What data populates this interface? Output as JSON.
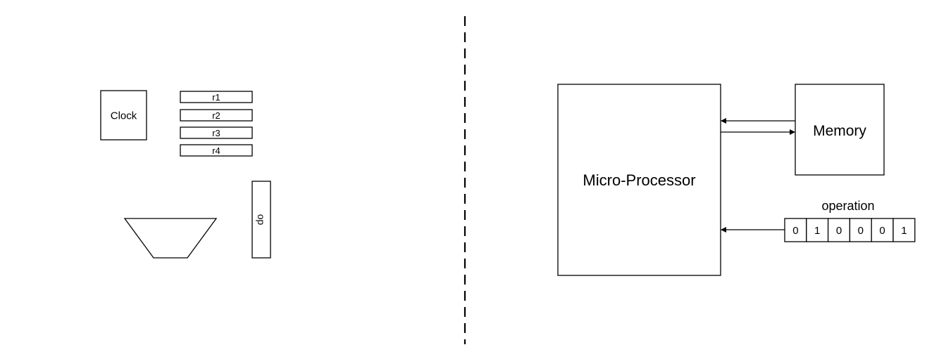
{
  "left_panel": {
    "clock_label": "Clock",
    "registers": [
      "r1",
      "r2",
      "r3",
      "r4"
    ],
    "op_label": "op"
  },
  "right_panel": {
    "processor_label": "Micro-Processor",
    "memory_label": "Memory",
    "operation_label": "operation",
    "operation_bits": [
      "0",
      "1",
      "0",
      "0",
      "0",
      "1"
    ]
  },
  "colors": {
    "stroke": "#000000",
    "background": "#ffffff"
  }
}
